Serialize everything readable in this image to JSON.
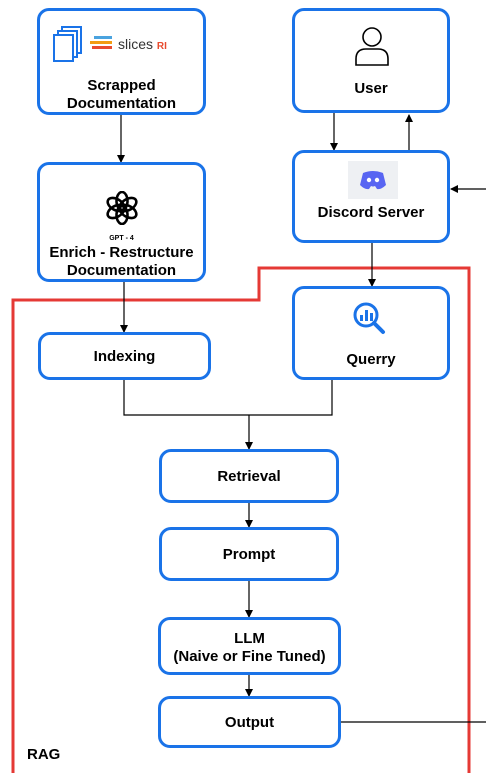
{
  "nodes": {
    "scrapped": {
      "line1": "Scrapped",
      "line2": "Documentation",
      "logo_text": "slices",
      "logo_suffix": "RI"
    },
    "enrich": {
      "model": "GPT - 4",
      "line1": "Enrich - Restructure",
      "line2": "Documentation"
    },
    "indexing": {
      "label": "Indexing"
    },
    "user": {
      "label": "User"
    },
    "discord": {
      "label": "Discord Server"
    },
    "querry": {
      "label": "Querry"
    },
    "retrieval": {
      "label": "Retrieval"
    },
    "prompt": {
      "label": "Prompt"
    },
    "llm": {
      "line1": "LLM",
      "line2": "(Naive or Fine Tuned)"
    },
    "output": {
      "label": "Output"
    }
  },
  "rag_group": {
    "label": "RAG"
  },
  "colors": {
    "box_border": "#1a73e8",
    "rag_border": "#e53935",
    "discord": "#5865f2",
    "arrow": "#000000"
  },
  "icons": [
    "documents-icon",
    "slices-logo-icon",
    "openai-icon",
    "user-icon",
    "discord-icon",
    "analytics-search-icon"
  ]
}
